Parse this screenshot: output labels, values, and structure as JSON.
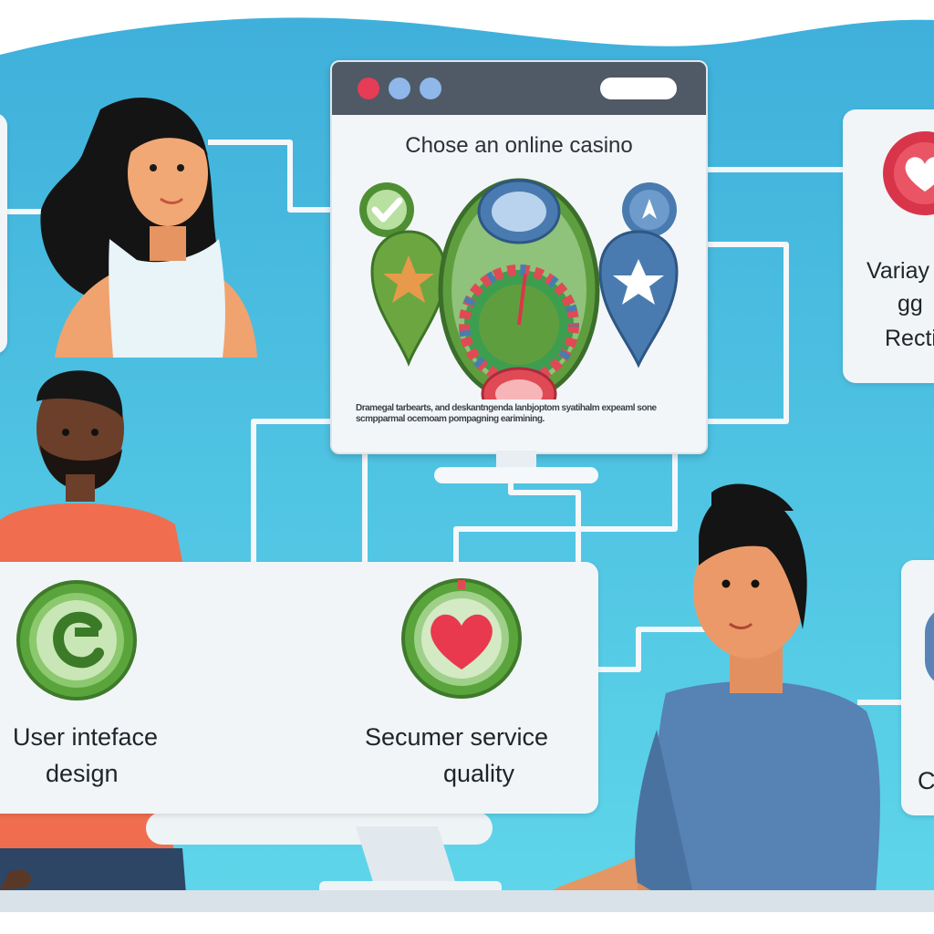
{
  "browser": {
    "title": "Chose an online casino",
    "fine_print": "Dramegal tarbearts, and deskantngenda lanbjoptom syatihalm expeaml sone scmpparmal ocemoam pompagning earimining."
  },
  "cards": {
    "right_top": {
      "line1": "Variay",
      "line2": "gg",
      "line3": "Rectiu"
    },
    "bottom_left": {
      "label_line1": "User inteface",
      "label_line2": "design"
    },
    "bottom_middle": {
      "label_line1": "Secumer service",
      "label_line2": "quality"
    },
    "right_bottom": {
      "fragment": "C"
    }
  },
  "colors": {
    "sky": "#4fc3e3",
    "green": "#5f9e3e",
    "red": "#e04a55",
    "blue": "#4a7bb0",
    "browser_bar": "#4f5a66"
  },
  "icons": {
    "check": "check-icon",
    "star": "star-icon",
    "heart": "heart-icon",
    "arrow": "arrow-up-icon",
    "currency": "currency-chip-icon"
  }
}
